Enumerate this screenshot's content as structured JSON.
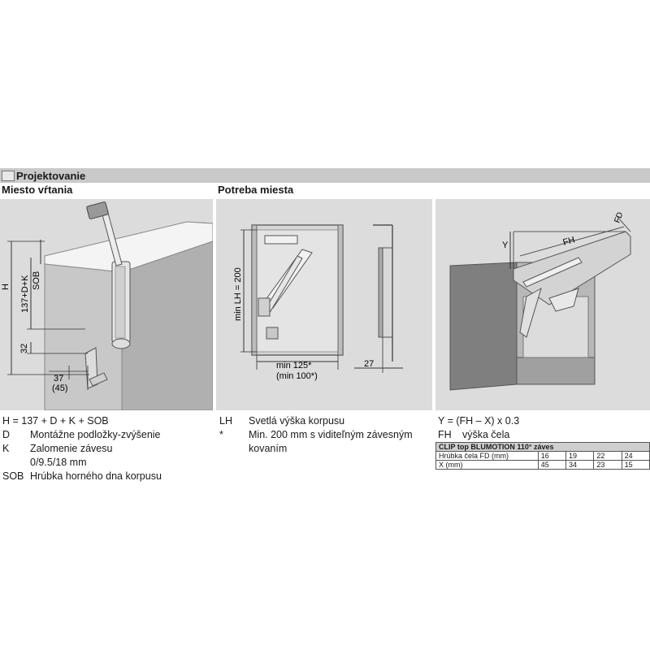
{
  "section_title": "Projektovanie",
  "panels": {
    "left_title": "Miesto vŕtania",
    "middle_title": "Potreba miesta"
  },
  "left_diagram": {
    "dim_h": "H",
    "dim_137dk": "137+D+K",
    "dim_sob": "SOB",
    "dim_32": "32",
    "dim_37": "37",
    "dim_45": "(45)"
  },
  "middle_diagram": {
    "dim_min_lh": "min LH = 200",
    "dim_min125": "min 125*",
    "dim_min100": "(min 100*)",
    "dim_27": "27"
  },
  "right_diagram": {
    "dim_y": "Y",
    "dim_fh": "FH",
    "dim_fd": "FD"
  },
  "legend_left": {
    "formula": "H = 137 + D + K + SOB",
    "items": [
      {
        "key": "D",
        "text": "Montážne podložky-zvýšenie"
      },
      {
        "key": "K",
        "text": "Zalomenie závesu"
      },
      {
        "key": "",
        "text": "0/9.5/18 mm"
      },
      {
        "key": "SOB",
        "text": "Hrúbka horného dna korpusu"
      }
    ]
  },
  "legend_middle": {
    "items": [
      {
        "key": "LH",
        "text": "Svetlá výška korpusu"
      },
      {
        "key": "*",
        "text": "Min. 200 mm s viditeľným závesným"
      },
      {
        "key": "",
        "text": "kovaním"
      }
    ]
  },
  "legend_right": {
    "formula": "Y = (FH – X) x 0.3",
    "fh_key": "FH",
    "fh_text": "výška čela"
  },
  "spec_table": {
    "title": "CLIP top BLUMOTION 110° záves",
    "rows": [
      {
        "label": "Hrúbka čela FD (mm)",
        "values": [
          "16",
          "19",
          "22",
          "24"
        ]
      },
      {
        "label": "X (mm)",
        "values": [
          "45",
          "34",
          "23",
          "15"
        ]
      }
    ]
  }
}
